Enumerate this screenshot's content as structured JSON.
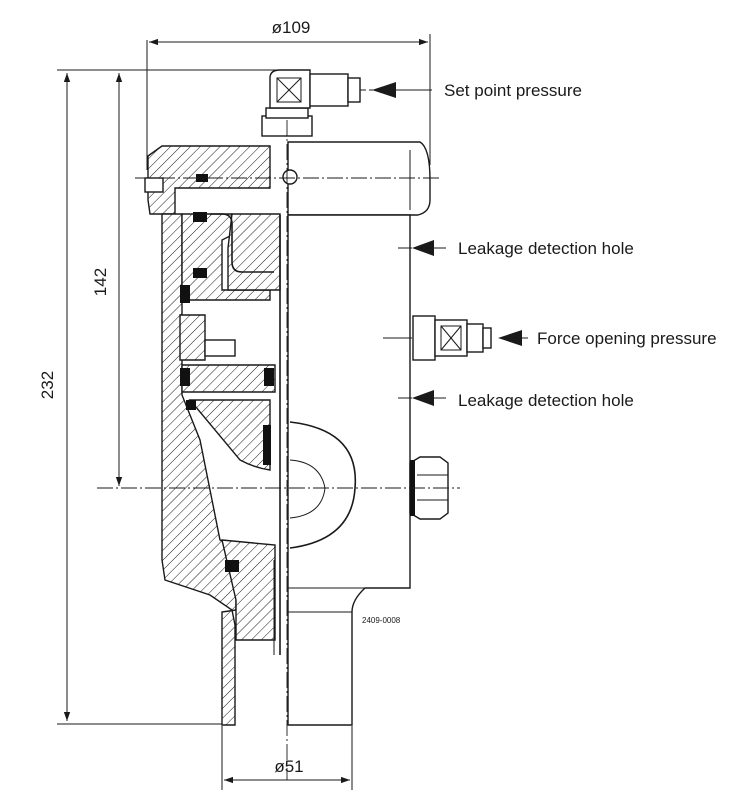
{
  "dimensions": {
    "top_diameter": "ø109",
    "bottom_diameter": "ø51",
    "overall_height": "232",
    "center_height": "142"
  },
  "callouts": {
    "set_point": "Set point pressure",
    "leakage_upper": "Leakage detection hole",
    "force_opening": "Force opening pressure",
    "leakage_lower": "Leakage detection hole"
  },
  "drawing_number": "2409-0008",
  "colors": {
    "line": "#1a1a1a",
    "background": "#ffffff"
  }
}
